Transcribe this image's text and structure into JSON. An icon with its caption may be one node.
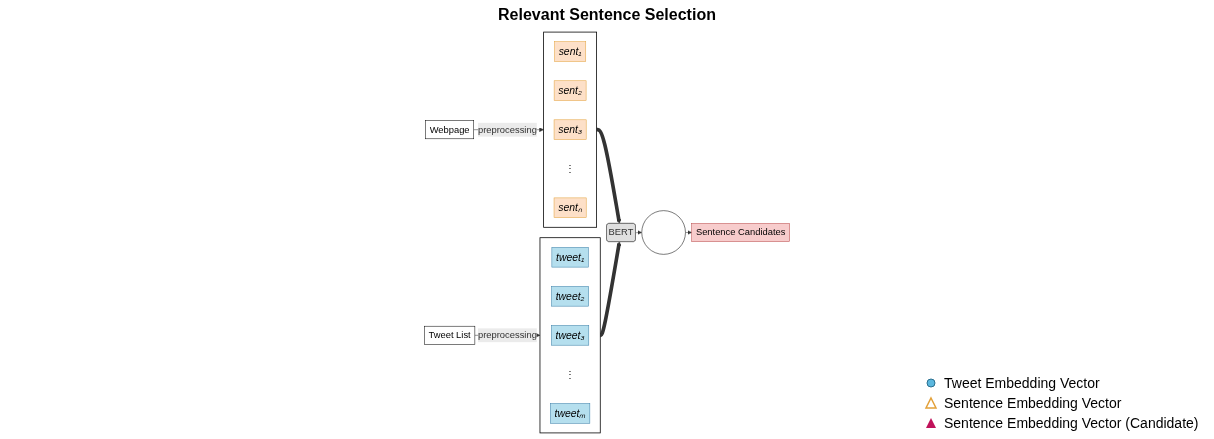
{
  "diagram": {
    "title": "Relevant Sentence Selection",
    "nodes": [
      {
        "text": [
          "Webpage"
        ]
      },
      {
        "text": [],
        "shape": "box"
      },
      {
        "text": [
          "sent₁"
        ],
        "in": 1
      },
      {
        "text": [
          "sent₂"
        ],
        "in": 1
      },
      {
        "text": [
          "sent₃"
        ],
        "in": 1
      },
      {
        "text": [
          "⋮"
        ],
        "in": 1
      },
      {
        "text": [
          "sentₙ"
        ],
        "in": 1
      },
      {
        "text": [
          "Tweet List"
        ]
      },
      {
        "text": [],
        "shape": "box"
      },
      {
        "text": [
          "tweet₁"
        ],
        "in": 8
      },
      {
        "text": [
          "tweet₂"
        ],
        "in": 8
      },
      {
        "text": [
          "tweet₃"
        ],
        "in": 8
      },
      {
        "text": [
          "⋮"
        ],
        "in": 8
      },
      {
        "text": [
          "tweetₘ"
        ],
        "in": 8
      },
      {
        "text": [
          "BERT"
        ]
      },
      {
        "text": [],
        "shape": "circle"
      },
      {
        "text": [
          "Sentence Candidates"
        ]
      }
    ],
    "edges": [
      {
        "from": 0,
        "to": 1,
        "arrow": "to",
        "label": "preprocessing"
      },
      {
        "from": 7,
        "to": 8,
        "arrow": "to",
        "label": "preprocessing"
      },
      {
        "from": 1,
        "to": 14,
        "arrow": "to",
        "style": "thick"
      },
      {
        "from": 8,
        "to": 14,
        "arrow": "to",
        "style": "thick"
      },
      {
        "from": 14,
        "to": 15,
        "arrow": "to"
      },
      {
        "from": 15,
        "to": 16,
        "arrow": "to"
      }
    ],
    "legend": [
      {
        "text": "Tweet Embedding Vector"
      },
      {
        "text": "Sentence Embedding Vector"
      },
      {
        "text": "Sentence Embedding Vector (Candidate)"
      }
    ]
  }
}
